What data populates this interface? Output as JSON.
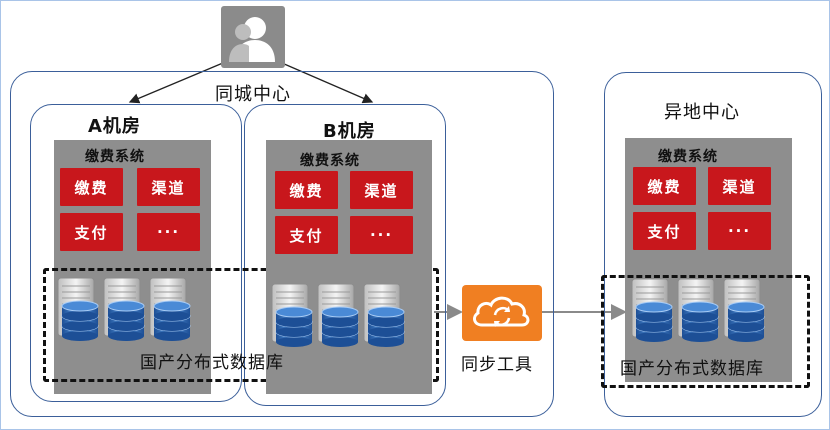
{
  "same_city_center": {
    "label": "同城中心"
  },
  "remote_center": {
    "label": "异地中心"
  },
  "room_a": {
    "label": "A机房"
  },
  "room_b": {
    "label": "B机房"
  },
  "payment_system": {
    "title": "缴费系统",
    "modules": [
      "缴费",
      "渠道",
      "支付",
      "···"
    ]
  },
  "database": {
    "label": "国产分布式数据库"
  },
  "sync_tool": {
    "label": "同步工具"
  },
  "colors": {
    "module_red": "#c8171c",
    "panel_gray": "#8e8e8e",
    "sync_orange": "#f07f22",
    "db_blue": "#2a67b8",
    "border_blue": "#3b5f9a"
  },
  "icons": [
    "user-icon",
    "server-icon",
    "database-icon",
    "sync-cloud-icon"
  ]
}
